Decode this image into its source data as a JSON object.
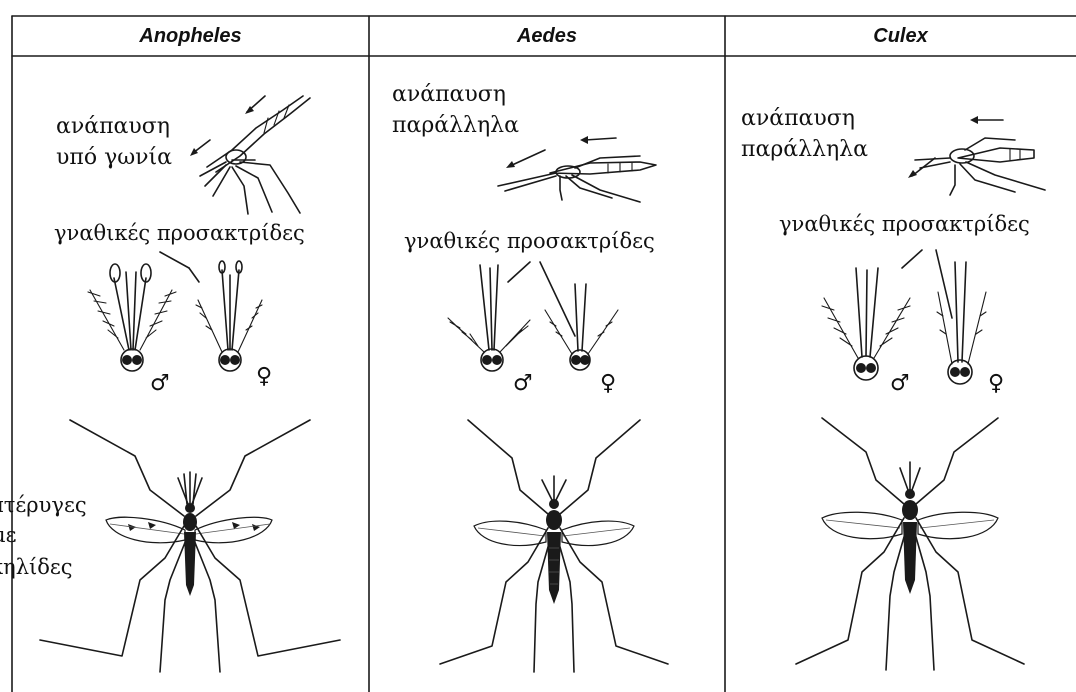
{
  "columns": [
    {
      "header": "Anopheles",
      "resting_label": [
        "ανάπαυση",
        "υπό γωνία"
      ],
      "palps_label": "γναθικές προσακτρίδες",
      "male_symbol": "♂",
      "female_symbol": "♀"
    },
    {
      "header": "Aedes",
      "resting_label": [
        "ανάπαυση",
        "παράλληλα"
      ],
      "palps_label": "γναθικές προσακτρίδες",
      "male_symbol": "♂",
      "female_symbol": "♀"
    },
    {
      "header": "Culex",
      "resting_label": [
        "ανάπαυση",
        "παράλληλα"
      ],
      "palps_label": "γναθικές προσακτρίδες",
      "male_symbol": "♂",
      "female_symbol": "♀"
    }
  ],
  "wing_label": [
    "πτέρυγες",
    "με",
    "κηλίδες"
  ]
}
